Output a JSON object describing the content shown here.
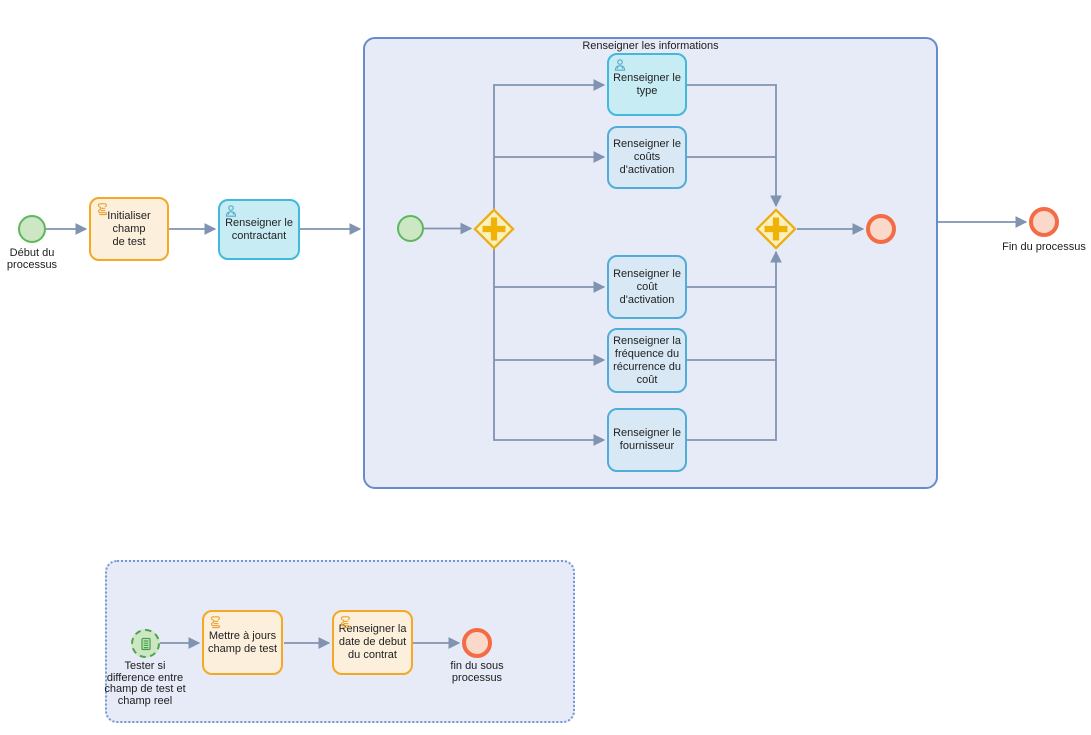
{
  "diagram_type": "bpmn-process",
  "main": {
    "start_label": "Début du\nprocessus",
    "task_init": "Initialiser champ\nde test",
    "task_contractant": "Renseigner le\ncontractant",
    "end_label": "Fin du processus"
  },
  "sub_info": {
    "title": "Renseigner les informations",
    "task_type": "Renseigner le\ntype",
    "task_couts_activation": "Renseigner le\ncoûts\nd'activation",
    "task_cout_activation": "Renseigner le\ncoût d'activation",
    "task_frequence": "Renseigner la\nfréquence du\nrécurrence du\ncoût",
    "task_fournisseur": "Renseigner le\nfournisseur"
  },
  "sub_test": {
    "start_label": "Tester si\ndifference entre\nchamp de test et\nchamp reel",
    "task_maj": "Mettre à jours\nchamp de test",
    "task_date": "Renseigner la\ndate de debut\ndu contrat",
    "end_label": "fin du sous\nprocessus"
  },
  "colors": {
    "connector": "#8093b0",
    "start_event_fill": "#cde7c4",
    "start_event_border": "#5cb85c",
    "end_event_fill": "#fad8ca",
    "end_event_border": "#f46c45",
    "script_task_fill": "#fcf0dc",
    "script_task_border": "#f5a726",
    "user_task_fill": "#c8ecf4",
    "user_task_border": "#41b9da",
    "plain_task_fill": "#d8e9f5",
    "plain_task_border": "#52acd8",
    "gateway_fill": "#fbf0be",
    "gateway_border": "#ecad15",
    "gateway_cross": "#f0b207",
    "subprocess_fill": "#e7ebf7",
    "subprocess_border": "#688ccb"
  }
}
